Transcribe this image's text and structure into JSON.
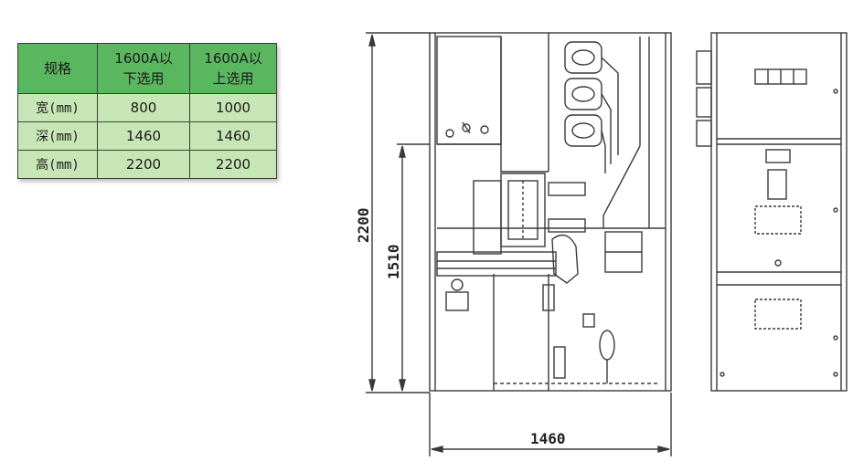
{
  "colors": {
    "header_green": "#5bb75f",
    "row_green": "#c7e6b5",
    "line": "#3a3a3a"
  },
  "table": {
    "headers": [
      "规格",
      "1600A以\n下选用",
      "1600A以\n上选用"
    ],
    "rows": [
      {
        "label": "宽(mm)",
        "values": [
          "800",
          "1000"
        ]
      },
      {
        "label": "深(mm)",
        "values": [
          "1460",
          "1460"
        ]
      },
      {
        "label": "高(mm)",
        "values": [
          "2200",
          "2200"
        ]
      }
    ]
  },
  "drawing": {
    "dim_height_total": "2200",
    "dim_height_partial": "1510",
    "dim_depth": "1460"
  }
}
